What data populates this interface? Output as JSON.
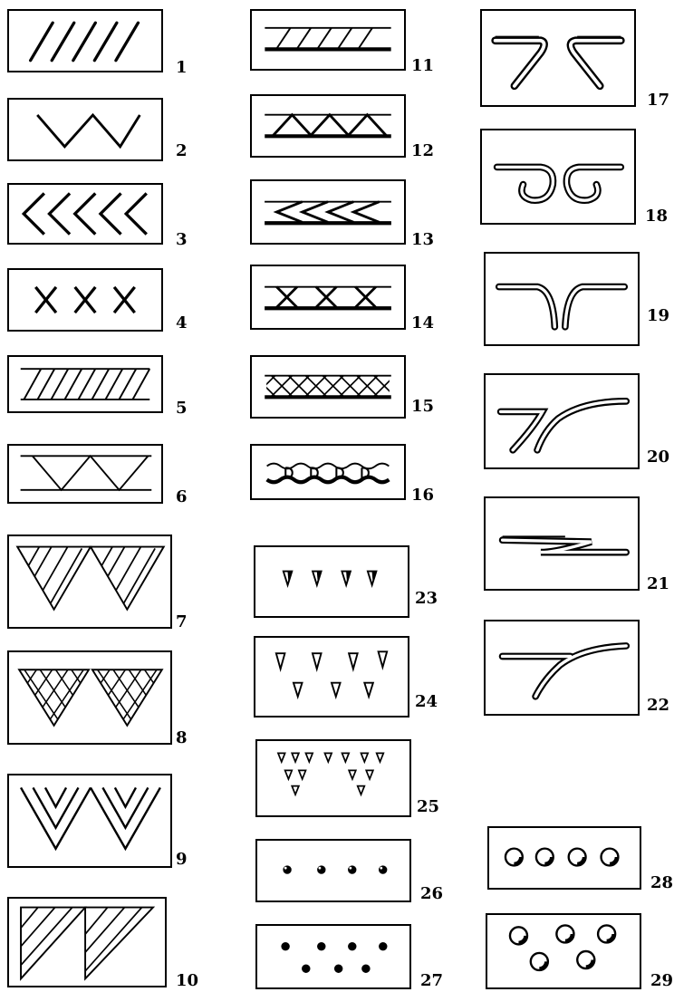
{
  "motifs": [
    {
      "id": "1"
    },
    {
      "id": "2"
    },
    {
      "id": "3"
    },
    {
      "id": "4"
    },
    {
      "id": "5"
    },
    {
      "id": "6"
    },
    {
      "id": "7"
    },
    {
      "id": "8"
    },
    {
      "id": "9"
    },
    {
      "id": "10"
    },
    {
      "id": "11"
    },
    {
      "id": "12"
    },
    {
      "id": "13"
    },
    {
      "id": "14"
    },
    {
      "id": "15"
    },
    {
      "id": "16"
    },
    {
      "id": "17"
    },
    {
      "id": "18"
    },
    {
      "id": "19"
    },
    {
      "id": "20"
    },
    {
      "id": "21"
    },
    {
      "id": "22"
    },
    {
      "id": "23"
    },
    {
      "id": "24"
    },
    {
      "id": "25"
    },
    {
      "id": "26"
    },
    {
      "id": "27"
    },
    {
      "id": "28"
    },
    {
      "id": "29"
    }
  ]
}
